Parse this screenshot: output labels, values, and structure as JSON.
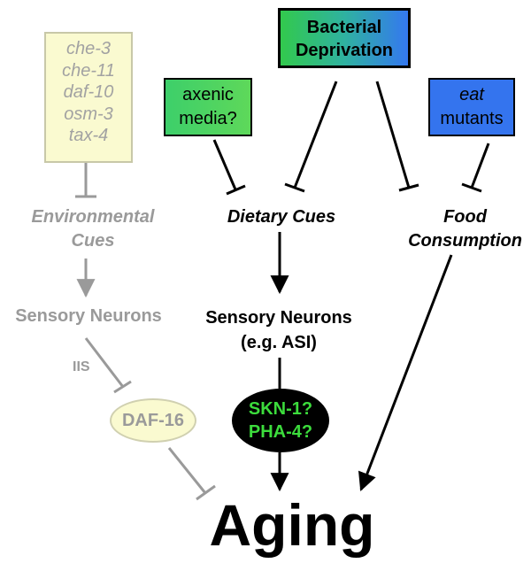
{
  "genes": [
    "che-3",
    "che-11",
    "daf-10",
    "osm-3",
    "tax-4"
  ],
  "environmental_cues": [
    "Environmental",
    "Cues"
  ],
  "sensory_neurons_left": "Sensory Neurons",
  "iis": "IIS",
  "daf16": "DAF-16",
  "axenic": [
    "axenic",
    "media?"
  ],
  "bacterial": [
    "Bacterial",
    "Deprivation"
  ],
  "eat": [
    "eat",
    "mutants"
  ],
  "dietary_cues": "Dietary Cues",
  "food_consumption": [
    "Food",
    "Consumption"
  ],
  "sensory_neurons_mid": [
    "Sensory Neurons",
    "(e.g. ASI)"
  ],
  "skn": [
    "SKN-1?",
    "PHA-4?"
  ],
  "aging": "Aging",
  "colors": {
    "gray_path": "#9a9a9a",
    "black_path": "#000000",
    "gene_box_fill": "#fafad0",
    "green": "#3dcf6a",
    "blue": "#3474ee",
    "skn_text": "#3cdc3c"
  }
}
